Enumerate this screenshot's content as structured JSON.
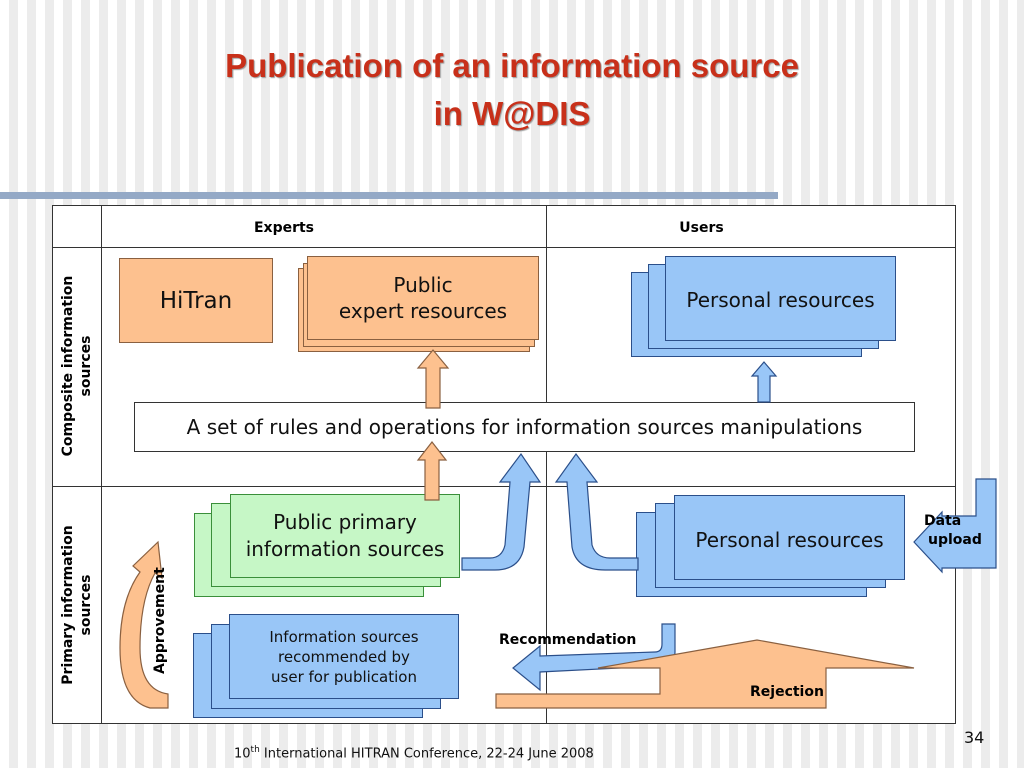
{
  "slide": {
    "title_line1": "Publication of an information source",
    "title_line2": "in W@DIS",
    "page_number": "34",
    "footer_prefix": "10",
    "footer_sup": "th",
    "footer_rest": " International HITRAN Conference, 22-24 June 2008"
  },
  "table": {
    "col_experts": "Experts",
    "col_users": "Users",
    "row_composite_line1": "Composite information",
    "row_composite_line2": "sources",
    "row_primary_line1": "Primary information",
    "row_primary_line2": "sources"
  },
  "boxes": {
    "hitran": "HiTran",
    "public_expert_line1": "Public",
    "public_expert_line2": "expert resources",
    "personal_top": "Personal resources",
    "rules": "A set of rules and operations for information sources manipulations",
    "public_primary_line1": "Public primary",
    "public_primary_line2": "information sources",
    "personal_bottom": "Personal resources",
    "recommended_line1": "Information sources",
    "recommended_line2": "recommended by",
    "recommended_line3": "user for publication"
  },
  "labels": {
    "data_upload_line1": "Data",
    "data_upload_line2": "upload",
    "approvement": "Approvement",
    "recommendation": "Recommendation",
    "rejection": "Rejection"
  },
  "colors": {
    "title": "#c8301a",
    "orange_fill": "#fdc18f",
    "blue_fill": "#99c6f7",
    "green_fill": "#c6f7c6",
    "rule": "#94a9c6"
  }
}
